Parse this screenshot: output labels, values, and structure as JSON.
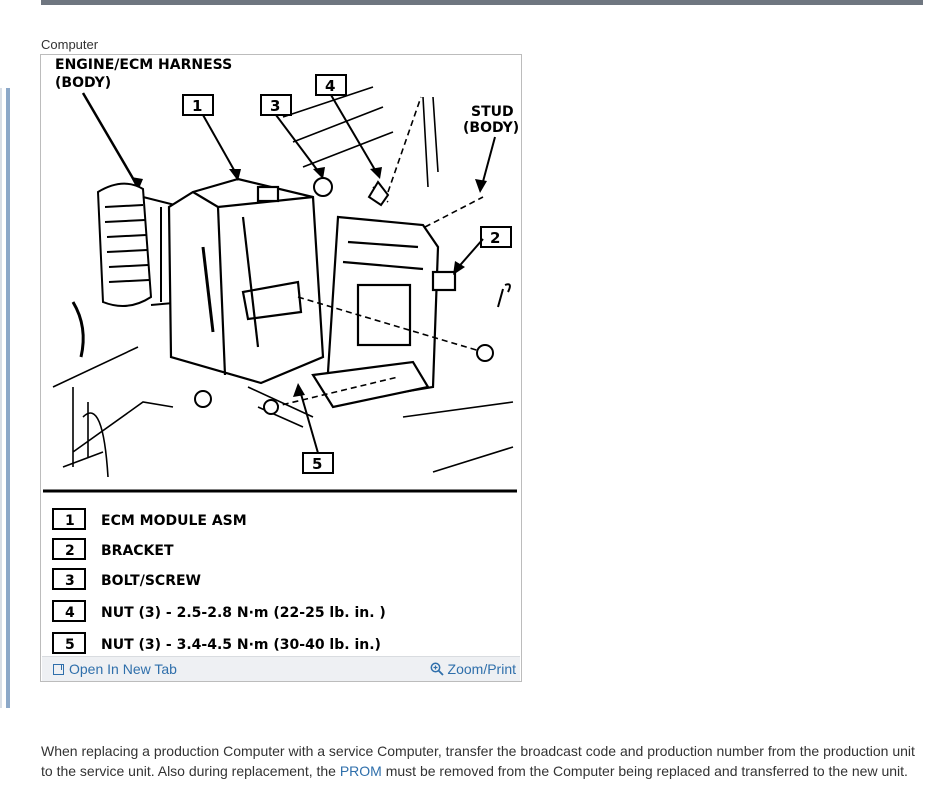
{
  "caption": "Computer",
  "diagram": {
    "label_harness_line1": "ENGINE/ECM HARNESS",
    "label_harness_line2": "(BODY)",
    "label_stud_line1": "STUD",
    "label_stud_line2": "(BODY)",
    "callouts": [
      "1",
      "2",
      "3",
      "4",
      "5"
    ],
    "legend": [
      {
        "num": "1",
        "text": "ECM MODULE ASM"
      },
      {
        "num": "2",
        "text": "BRACKET"
      },
      {
        "num": "3",
        "text": "BOLT/SCREW"
      },
      {
        "num": "4",
        "text": "NUT (3) - 2.5-2.8 N·m (22-25 lb. in. )"
      },
      {
        "num": "5",
        "text": "NUT (3) - 3.4-4.5 N·m (30-40 lb. in.)"
      }
    ]
  },
  "footer": {
    "open_new_tab": "Open In New Tab",
    "zoom_print": "Zoom/Print"
  },
  "paragraph": {
    "before_link": "When replacing a production Computer with a service Computer, transfer the broadcast code and production number from the production unit to the service unit. Also during replacement, the ",
    "link_text": "PROM",
    "after_link": " must be removed from the Computer being replaced and transferred to the new unit."
  },
  "colors": {
    "link": "#2f6fab",
    "top_bar": "#6f7680"
  }
}
